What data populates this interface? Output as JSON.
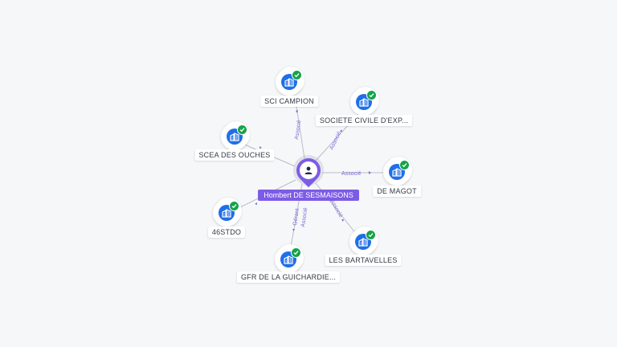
{
  "center": {
    "name": "Hombert DE SESMAISONS",
    "icon": "person-icon"
  },
  "relations": {
    "sci_campion": "Associé",
    "societe_civile": "Associé",
    "de_magot": "Associé",
    "les_bartavelles": "Associé",
    "gfr": "Associé",
    "gfr_second": "Gérant"
  },
  "companies": [
    {
      "label": "SCI CAMPION",
      "icon": "company-building-icon",
      "verified": true
    },
    {
      "label": "SOCIETE CIVILE D'EXP...",
      "icon": "company-building-icon",
      "verified": true
    },
    {
      "label": "DE MAGOT",
      "icon": "company-building-icon",
      "verified": true
    },
    {
      "label": "LES BARTAVELLES",
      "icon": "company-building-icon",
      "verified": true
    },
    {
      "label": "GFR DE LA GUICHARDIE...",
      "icon": "company-building-icon",
      "verified": true
    },
    {
      "label": "46STDO",
      "icon": "company-building-icon",
      "verified": true
    },
    {
      "label": "SCEA DES OUCHES",
      "icon": "company-building-icon",
      "verified": true
    }
  ],
  "colors": {
    "accent": "#7c5ce6",
    "company_icon": "#1f6fe8",
    "verified": "#16a34a",
    "edge": "#b8bccb",
    "edge_label": "#7b6fd6",
    "background": "#f6f7f9"
  }
}
